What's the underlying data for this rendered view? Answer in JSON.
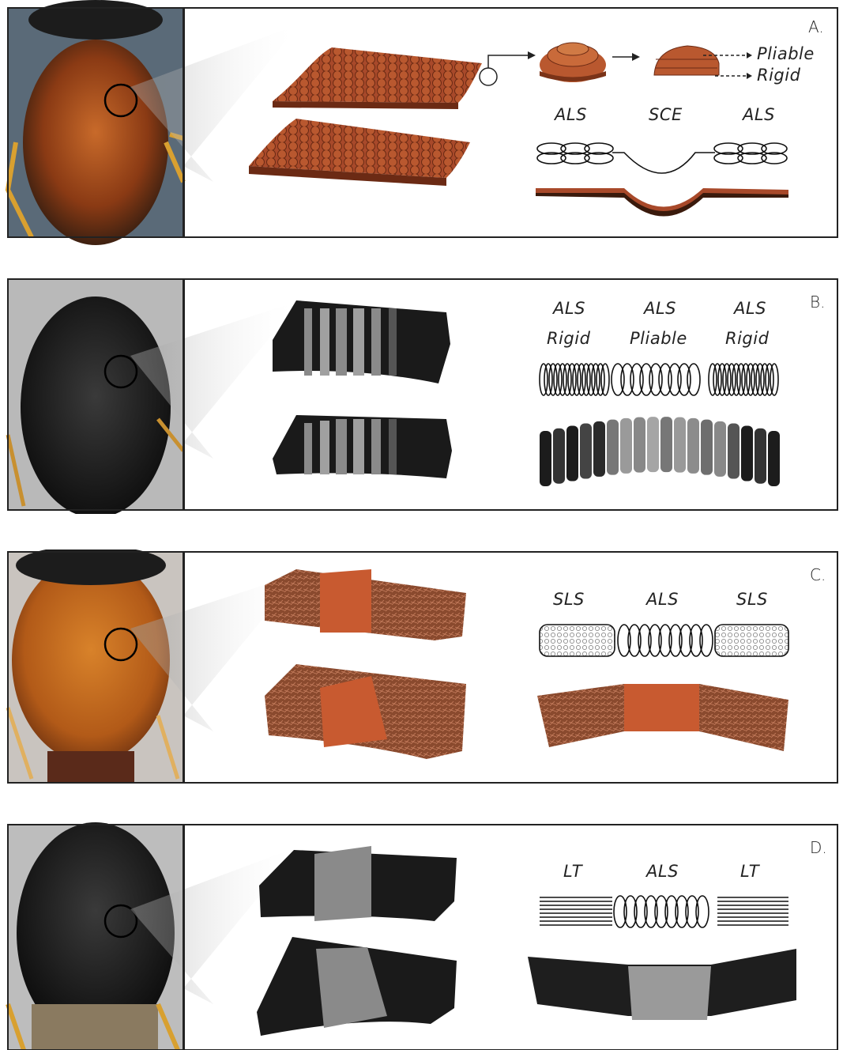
{
  "panels": [
    {
      "id": "A",
      "label": "A.",
      "top_labels": [
        "ALS",
        "SCE",
        "ALS"
      ],
      "side_labels": [
        "Pliable",
        "Rigid"
      ]
    },
    {
      "id": "B",
      "label": "B.",
      "top_labels": [
        "ALS",
        "ALS",
        "ALS"
      ],
      "second_labels": [
        "Rigid",
        "Pliable",
        "Rigid"
      ]
    },
    {
      "id": "C",
      "label": "C.",
      "top_labels": [
        "SLS",
        "ALS",
        "SLS"
      ]
    },
    {
      "id": "D",
      "label": "D.",
      "top_labels": [
        "LT",
        "ALS",
        "LT"
      ]
    }
  ],
  "colors": {
    "rust": "#a8492a",
    "rust_dark": "#6b2a14",
    "black": "#1c1c1c",
    "gray": "#8a8a8a",
    "orange_photo": "#b85a1c"
  }
}
